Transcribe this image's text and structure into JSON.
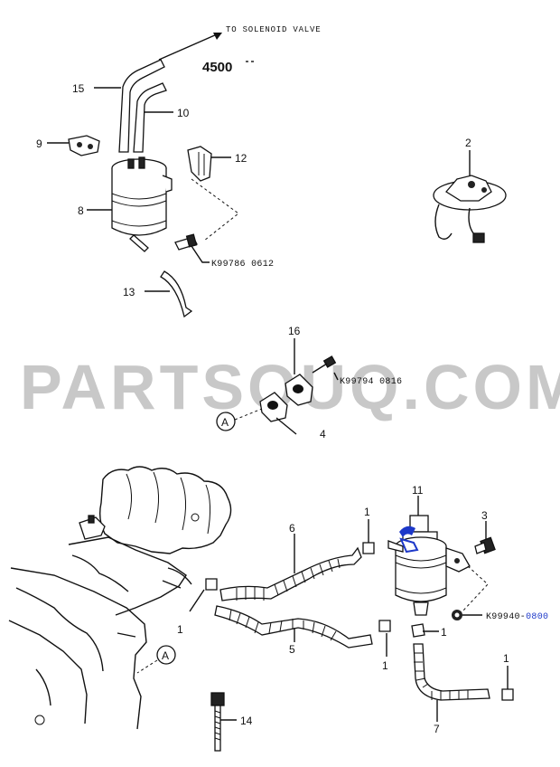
{
  "watermark": "PARTSOUQ.COM",
  "notes": {
    "to_solenoid": "TO SOLENOID VALVE",
    "size_label": "4500"
  },
  "callouts": {
    "c15": "15",
    "c10": "10",
    "c9": "9",
    "c8": "8",
    "c12": "12",
    "c2": "2",
    "c13": "13",
    "c16": "16",
    "c4": "4",
    "c11": "11",
    "c3": "3",
    "c6": "6",
    "c5": "5",
    "c7": "7",
    "c14": "14",
    "c1a": "1",
    "c1b": "1",
    "c1c": "1",
    "c1d": "1",
    "c1e": "1"
  },
  "part_numbers": {
    "bolt_a": "K99786 0612",
    "bolt_b": "K99794 0816",
    "bolt_c_prefix": "K99940-",
    "bolt_c_suffix": "0800"
  },
  "reference_markers": {
    "ref_a_top": "A",
    "ref_a_bottom": "A"
  },
  "colors": {
    "highlight": "#1d38c9",
    "watermark": "#c8c8c8",
    "ink": "#111111"
  }
}
